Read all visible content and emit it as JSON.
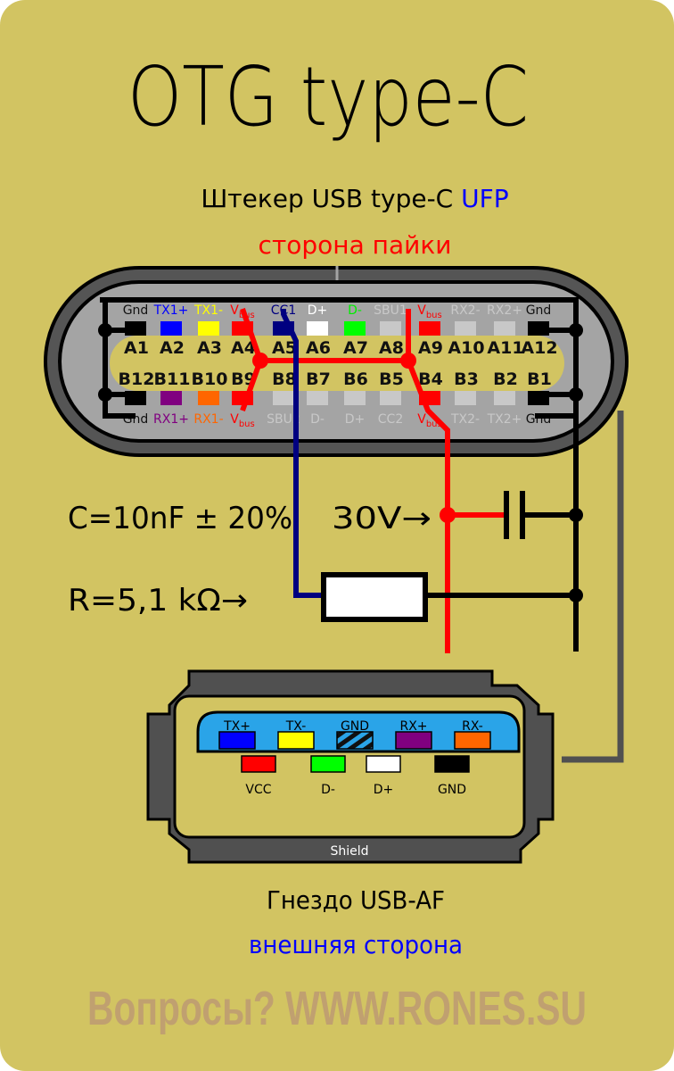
{
  "title": "OTG type-C",
  "plug": {
    "caption_main": "Штекер USB type-C",
    "caption_accent": "UFP",
    "caption_side": "сторона пайки",
    "row_a_pins": [
      "A1",
      "A2",
      "A3",
      "A4",
      "A5",
      "A6",
      "A7",
      "A8",
      "A9",
      "A10",
      "A11",
      "A12"
    ],
    "row_b_pins": [
      "B12",
      "B11",
      "B10",
      "B9",
      "B8",
      "B7",
      "B6",
      "B5",
      "B4",
      "B3",
      "B2",
      "B1"
    ],
    "row_a_signals": [
      {
        "label": "Gnd",
        "sub": "",
        "color": "#111111",
        "pad": "#000000"
      },
      {
        "label": "TX1+",
        "sub": "",
        "color": "#0000ff",
        "pad": "#0000ff"
      },
      {
        "label": "TX1-",
        "sub": "",
        "color": "#ffff00",
        "pad": "#ffff00"
      },
      {
        "label": "V",
        "sub": "bus",
        "color": "#ff0000",
        "pad": "#ff0000"
      },
      {
        "label": "CC1",
        "sub": "",
        "color": "#000080",
        "pad": "#000080"
      },
      {
        "label": "D+",
        "sub": "",
        "color": "#ffffff",
        "pad": "#ffffff"
      },
      {
        "label": "D-",
        "sub": "",
        "color": "#00ee00",
        "pad": "#00ff00"
      },
      {
        "label": "SBU1",
        "sub": "",
        "color": "#c8c8c8",
        "pad": "#c8c8c8"
      },
      {
        "label": "V",
        "sub": "bus",
        "color": "#ff0000",
        "pad": "#ff0000"
      },
      {
        "label": "RX2-",
        "sub": "",
        "color": "#c8c8c8",
        "pad": "#c8c8c8"
      },
      {
        "label": "RX2+",
        "sub": "",
        "color": "#c8c8c8",
        "pad": "#c8c8c8"
      },
      {
        "label": "Gnd",
        "sub": "",
        "color": "#111111",
        "pad": "#000000"
      }
    ],
    "row_b_signals": [
      {
        "label": "Gnd",
        "sub": "",
        "color": "#111111",
        "pad": "#000000"
      },
      {
        "label": "RX1+",
        "sub": "",
        "color": "#800080",
        "pad": "#800080"
      },
      {
        "label": "RX1-",
        "sub": "",
        "color": "#ff6600",
        "pad": "#ff6600"
      },
      {
        "label": "V",
        "sub": "bus",
        "color": "#ff0000",
        "pad": "#ff0000"
      },
      {
        "label": "SBU2",
        "sub": "",
        "color": "#c8c8c8",
        "pad": "#c8c8c8"
      },
      {
        "label": "D-",
        "sub": "",
        "color": "#c8c8c8",
        "pad": "#c8c8c8"
      },
      {
        "label": "D+",
        "sub": "",
        "color": "#c8c8c8",
        "pad": "#c8c8c8"
      },
      {
        "label": "CC2",
        "sub": "",
        "color": "#c8c8c8",
        "pad": "#c8c8c8"
      },
      {
        "label": "V",
        "sub": "bus",
        "color": "#ff0000",
        "pad": "#ff0000"
      },
      {
        "label": "TX2-",
        "sub": "",
        "color": "#c8c8c8",
        "pad": "#c8c8c8"
      },
      {
        "label": "TX2+",
        "sub": "",
        "color": "#c8c8c8",
        "pad": "#c8c8c8"
      },
      {
        "label": "Gnd",
        "sub": "",
        "color": "#111111",
        "pad": "#000000"
      }
    ]
  },
  "components": {
    "capacitor_label": "C=10nF ± 20%",
    "voltage_label": "30V→",
    "resistor_label": "R=5,1 kΩ→"
  },
  "socket": {
    "top_pins": [
      {
        "label": "TX+",
        "color": "#0000ff"
      },
      {
        "label": "TX-",
        "color": "#ffff00"
      },
      {
        "label": "GND",
        "color": "hatched"
      },
      {
        "label": "RX+",
        "color": "#800080"
      },
      {
        "label": "RX-",
        "color": "#ff6600"
      }
    ],
    "bottom_pins": [
      {
        "label": "VCC",
        "color": "#ff0000"
      },
      {
        "label": "D-",
        "color": "#00ff00"
      },
      {
        "label": "D+",
        "color": "#ffffff"
      },
      {
        "label": "GND",
        "color": "#000000"
      }
    ],
    "shield_label": "Shield",
    "caption_main": "Гнездо USB-AF",
    "caption_side": "внешняя сторона"
  },
  "watermark": "Вопросы? WWW.RONES.SU",
  "colors": {
    "background": "#d2c462",
    "vbus": "#ff0000",
    "cc": "#000080",
    "gnd": "#000000",
    "shield": "#505050",
    "accent_blue": "#0000ff",
    "watermark": "#c0a070"
  }
}
